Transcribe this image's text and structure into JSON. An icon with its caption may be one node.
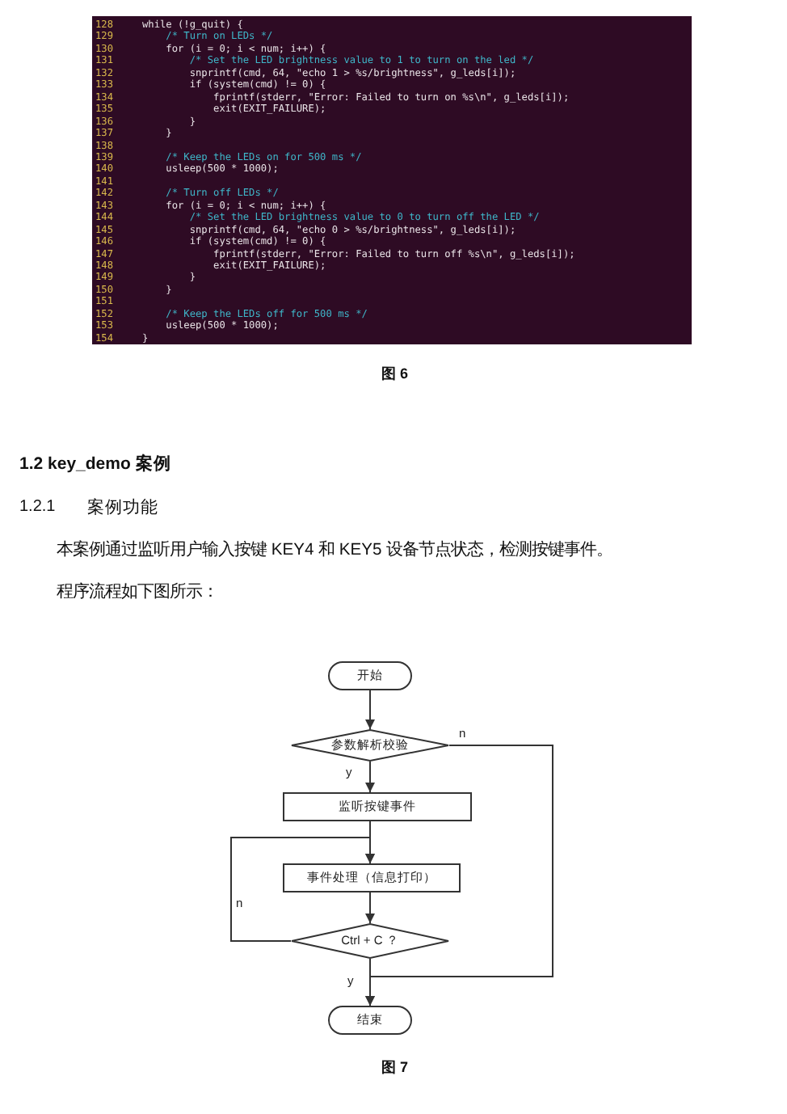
{
  "diagram": {
    "nodes": [
      {
        "text": [
          "开始"
        ]
      },
      {
        "text": [
          "参数解析校验"
        ]
      },
      {
        "text": [
          "监听按键事件"
        ]
      },
      {
        "text": [
          "事件处理（信息打印）"
        ]
      },
      {
        "text": [
          "Ctrl + C ？"
        ]
      },
      {
        "text": [
          "结束"
        ]
      }
    ],
    "edges": [
      {
        "from": 0,
        "to": 1,
        "arrow": "to"
      },
      {
        "from": 1,
        "to": 2,
        "arrow": "to",
        "label": "y"
      },
      {
        "from": 1,
        "to": 5,
        "arrow": "to",
        "label": "n"
      },
      {
        "from": 2,
        "to": 3,
        "arrow": "to"
      },
      {
        "from": 3,
        "to": 4,
        "arrow": "to"
      },
      {
        "from": 4,
        "to": 3,
        "arrow": "to",
        "label": "n"
      },
      {
        "from": 4,
        "to": 5,
        "arrow": "to",
        "label": "y"
      }
    ],
    "labels": [
      "128",
      "while (!g_quit) {",
      "129",
      "    /* Turn on LEDs */",
      "130",
      "    for (i = 0; i < num; i++) {",
      "131",
      "        /* Set the LED brightness value to 1 to turn on the led */",
      "132",
      "        snprintf(cmd, 64, \"echo 1 > %s/brightness\", g_leds[i]);",
      "133",
      "        if (system(cmd) != 0) {",
      "134",
      "            fprintf(stderr, \"Error: Failed to turn on %s\\n\", g_leds[i]);",
      "135",
      "            exit(EXIT_FAILURE);",
      "136",
      "        }",
      "137",
      "    }",
      "138",
      "139",
      "    /* Keep the LEDs on for 500 ms */",
      "140",
      "    usleep(500 * 1000);",
      "141",
      "142",
      "    /* Turn off LEDs */",
      "143",
      "    for (i = 0; i < num; i++) {",
      "144",
      "        /* Set the LED brightness value to 0 to turn off the LED */",
      "145",
      "        snprintf(cmd, 64, \"echo 0 > %s/brightness\", g_leds[i]);",
      "146",
      "        if (system(cmd) != 0) {",
      "147",
      "            fprintf(stderr, \"Error: Failed to turn off %s\\n\", g_leds[i]);",
      "148",
      "            exit(EXIT_FAILURE);",
      "149",
      "        }",
      "150",
      "    }",
      "151",
      "152",
      "    /* Keep the LEDs off for 500 ms */",
      "153",
      "    usleep(500 * 1000);",
      "154",
      "}",
      "图 6",
      "1.2  key_demo 案例",
      "1.2.1",
      "案例功能",
      "本案例通过监听用户输入按键 KEY4 和 KEY5 设备节点状态，检测按键事件。",
      "程序流程如下图所示：",
      "图 7"
    ]
  }
}
